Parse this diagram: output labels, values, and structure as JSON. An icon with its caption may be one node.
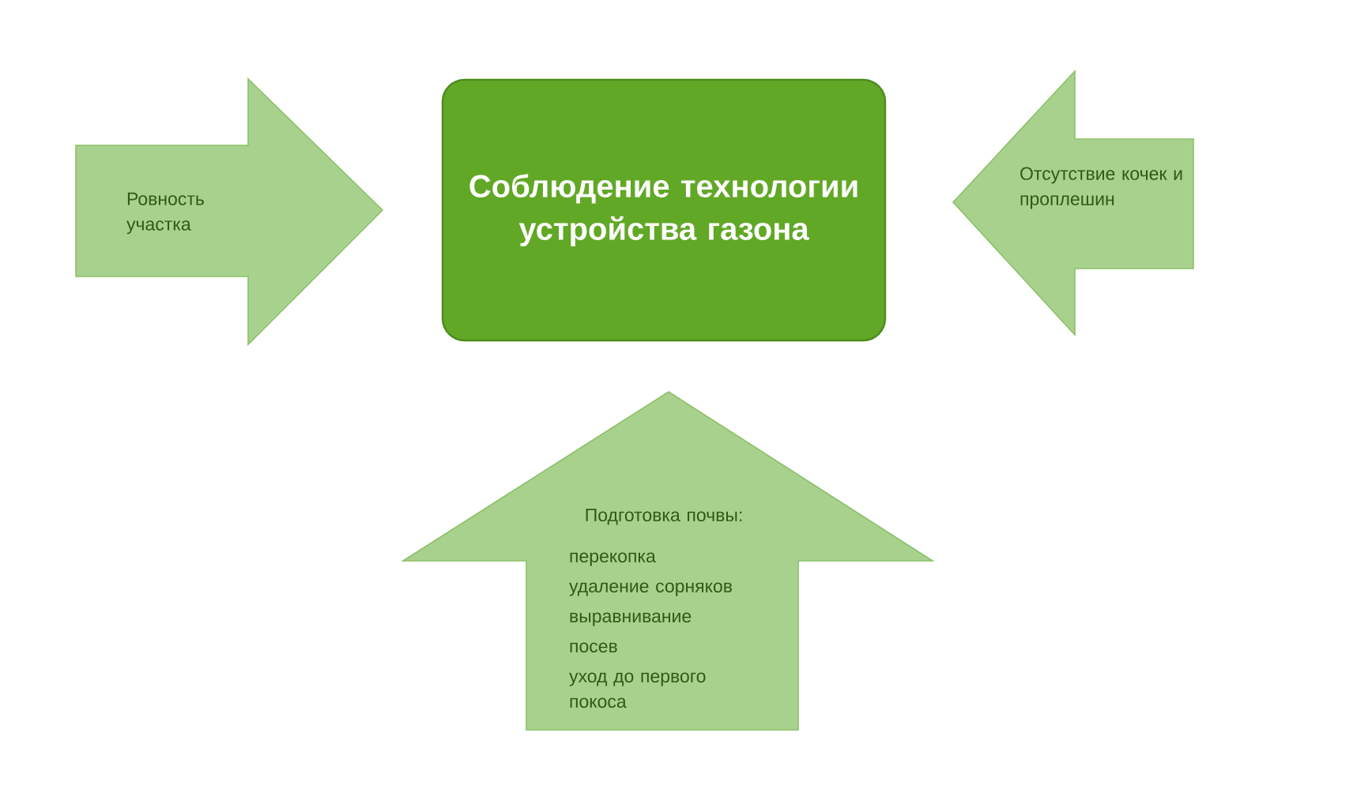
{
  "diagram": {
    "nodes": [
      {
        "text": [
          "Ровность участка"
        ]
      },
      {
        "text": [
          "Соблюдение технологии устройства газона"
        ]
      },
      {
        "text": [
          "Отсутствие кочек и проплешин"
        ]
      },
      {
        "text": [
          "Подготовка почвы:",
          "перекопка",
          "удаление сорняков",
          "выравнивание",
          "посев",
          "уход до первого покоса"
        ]
      }
    ]
  }
}
